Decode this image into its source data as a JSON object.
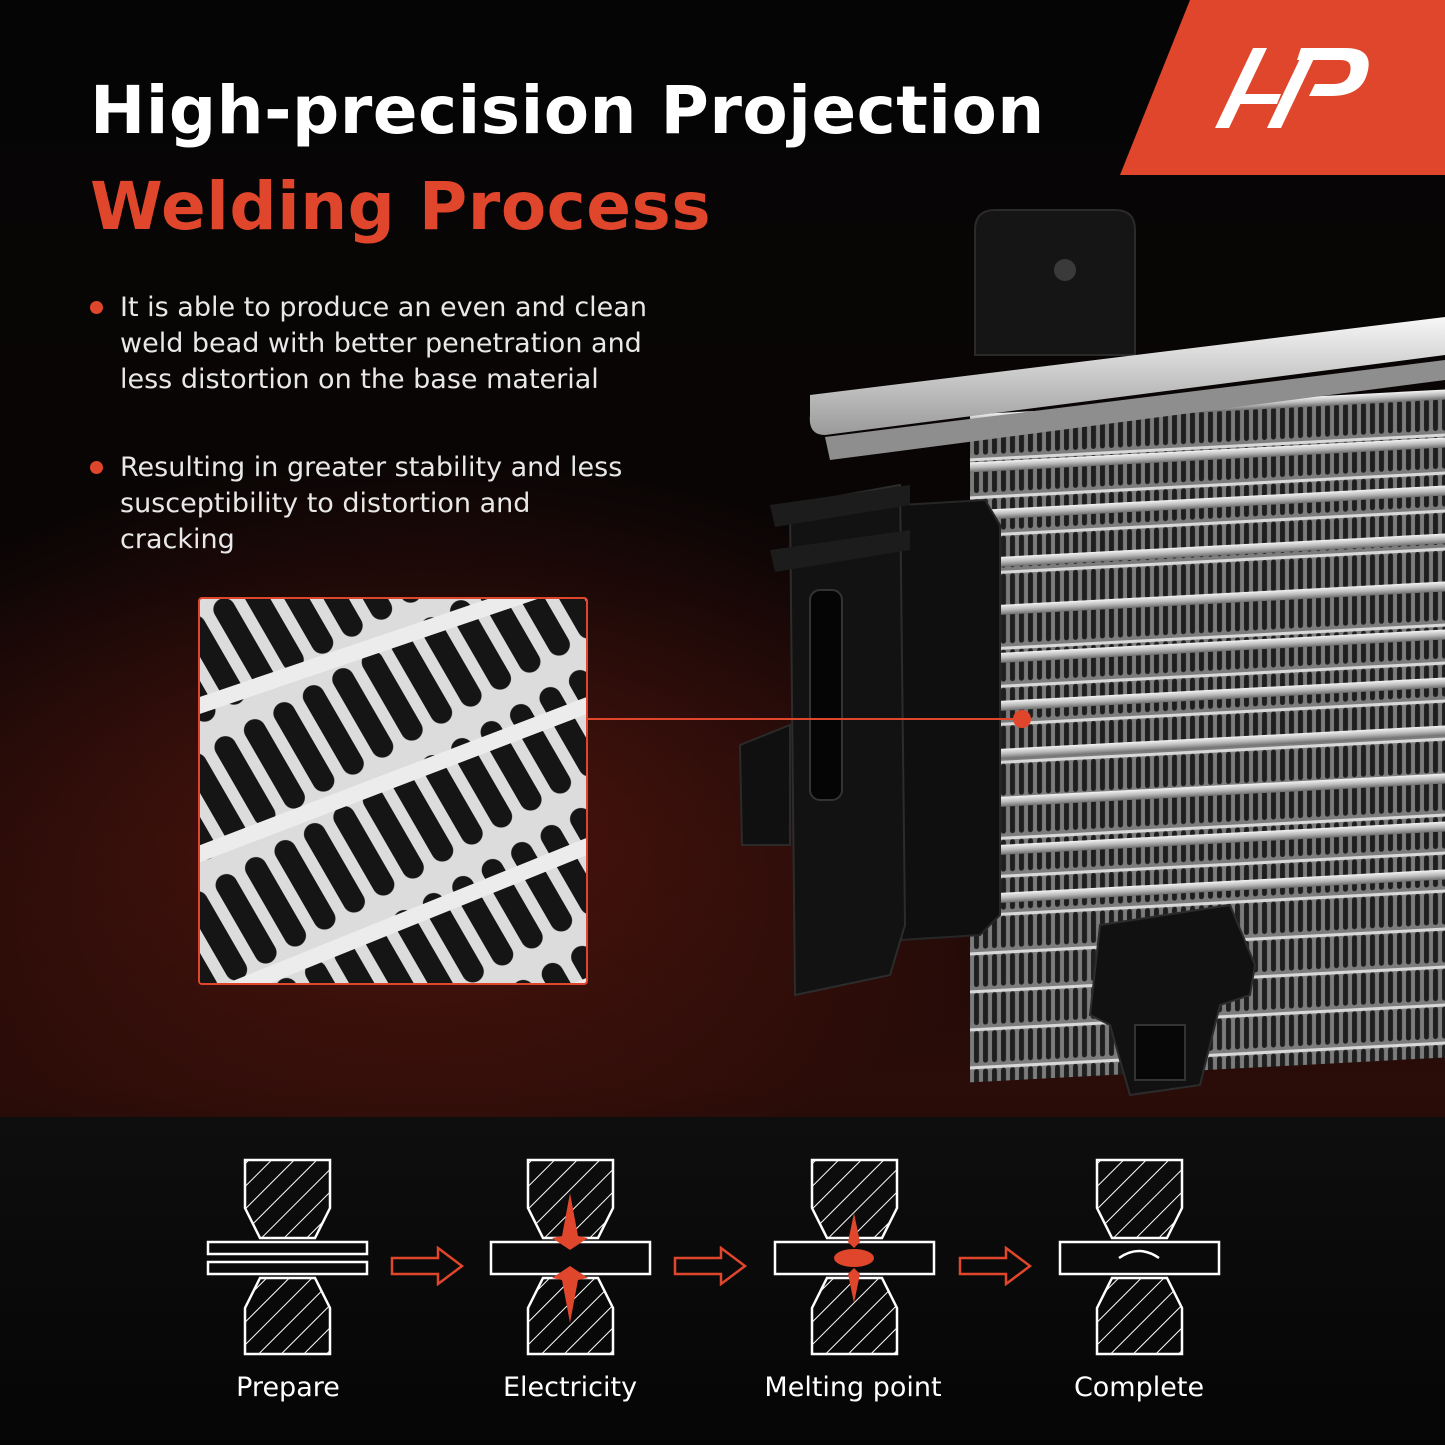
{
  "brand": {
    "logo": "A-P-logo",
    "accent_color": "#e0462b"
  },
  "heading": {
    "line1": "High-precision Projection",
    "line2": "Welding Process"
  },
  "bullets": [
    "It is able to produce an even and clean weld bead with better penetration and less distortion on the base material",
    "Resulting in greater stability and less susceptibility to distortion and cracking"
  ],
  "process_steps": [
    {
      "label": "Prepare",
      "icon": "prepare-icon"
    },
    {
      "label": "Electricity",
      "icon": "electricity-icon"
    },
    {
      "label": "Melting point",
      "icon": "melting-point-icon"
    },
    {
      "label": "Complete",
      "icon": "complete-icon"
    }
  ]
}
